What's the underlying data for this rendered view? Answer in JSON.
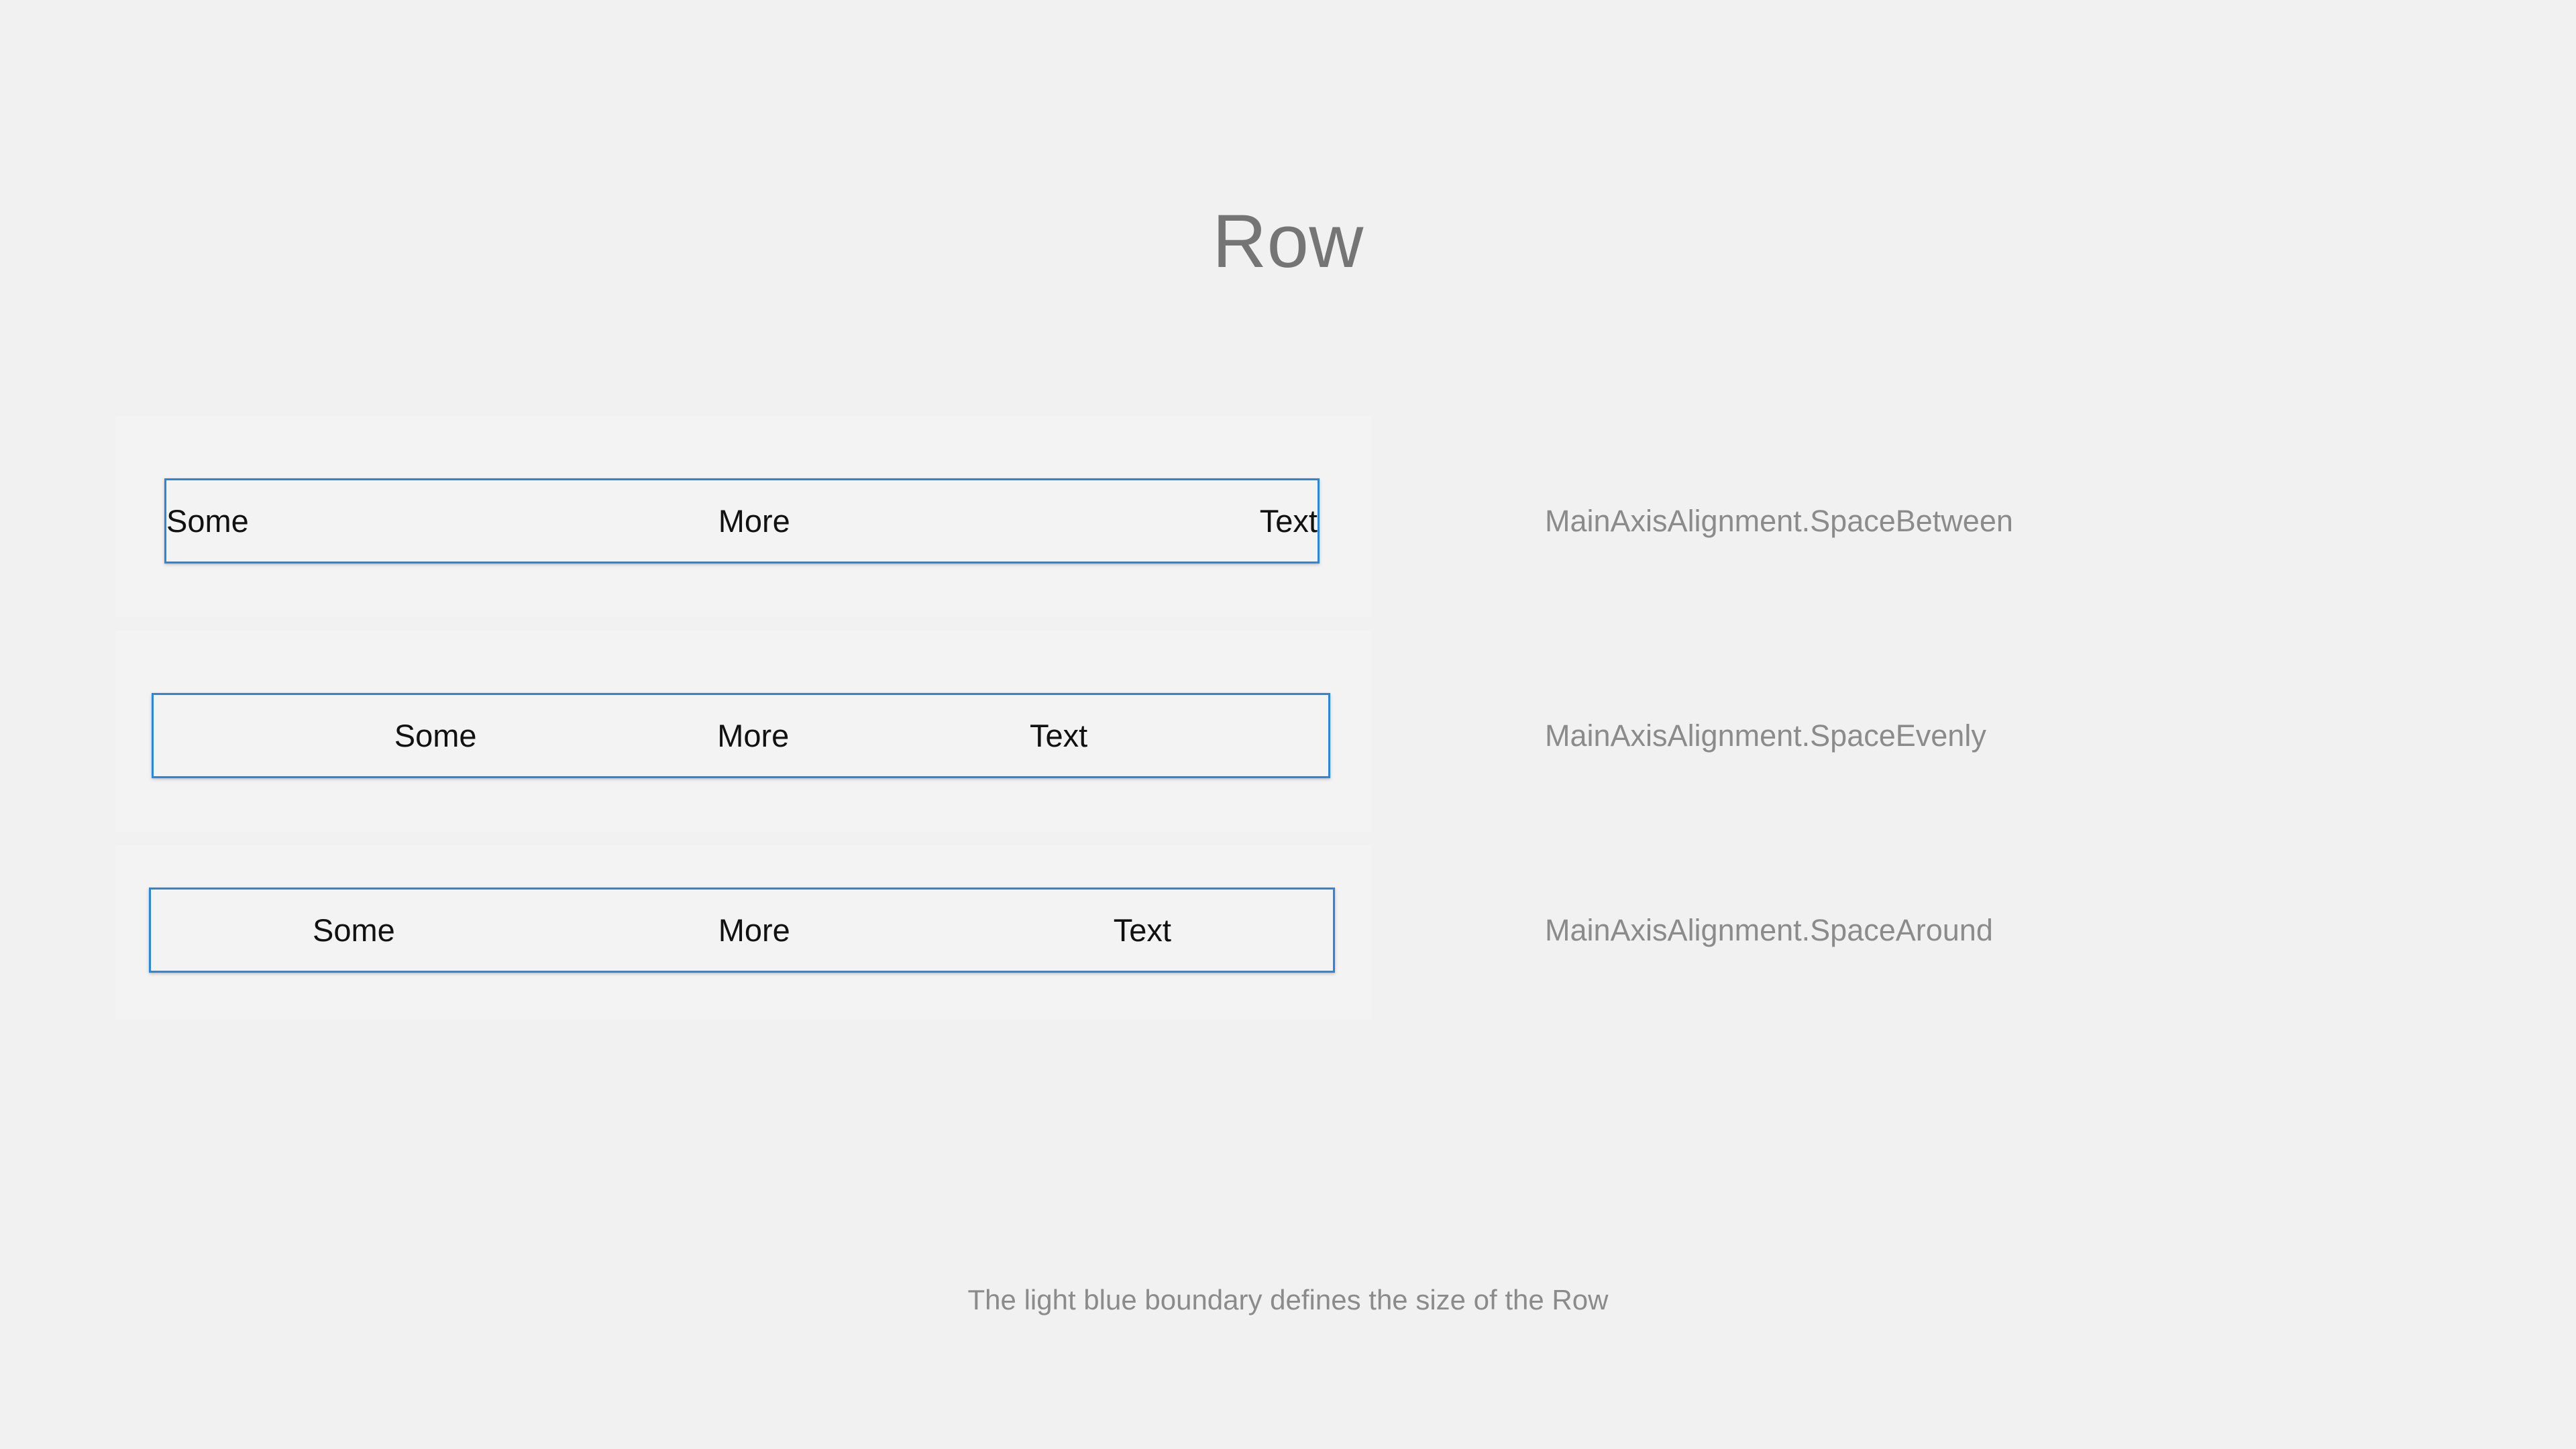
{
  "page": {
    "title": "Row",
    "background_color": "#f1f1f1",
    "title_color": "#757575",
    "footnote": "The light blue boundary defines the size of the Row",
    "boundary_color": "#2a86e0",
    "label_color": "#8b8b8b",
    "item_color": "#111111"
  },
  "rows": [
    {
      "alignment": "MainAxisAlignment.SpaceBetween",
      "items": [
        "Some",
        "More",
        "Text"
      ]
    },
    {
      "alignment": "MainAxisAlignment.SpaceEvenly",
      "items": [
        "Some",
        "More",
        "Text"
      ]
    },
    {
      "alignment": "MainAxisAlignment.SpaceAround",
      "items": [
        "Some",
        "More",
        "Text"
      ]
    }
  ]
}
